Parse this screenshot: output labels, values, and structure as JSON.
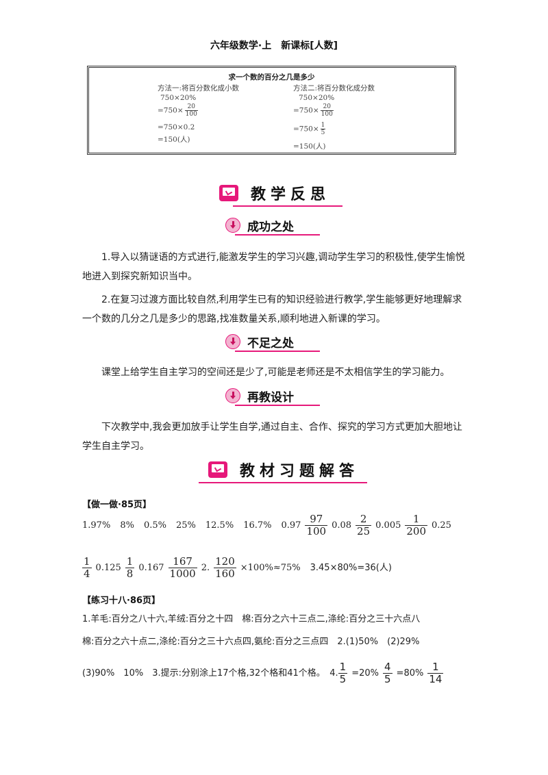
{
  "header": "六年级数学·上　新课标[人数]",
  "box": {
    "title": "求一个数的百分之几是多少",
    "left": {
      "heading": "方法一:将百分数化成小数",
      "l1": "750×20%",
      "l2_prefix": "=750×",
      "l2_num": "20",
      "l2_den": "100",
      "l3": "=750×0.2",
      "l4": "=150(人)"
    },
    "right": {
      "heading": "方法二:将百分数化成分数",
      "l1": "750×20%",
      "l2_prefix": "=750×",
      "l2_num": "20",
      "l2_den": "100",
      "l3_prefix": "=750×",
      "l3_num": "1",
      "l3_den": "5",
      "l4": "=150(人)"
    }
  },
  "reflection": {
    "title": "教学反思",
    "success": {
      "title": "成功之处",
      "p1": "1.导入以猜谜语的方式进行,能激发学生的学习兴趣,调动学生学习的积极性,使学生愉悦地进入到探究新知识当中。",
      "p2": "2.在复习过渡方面比较自然,利用学生已有的知识经验进行教学,学生能够更好地理解求一个数的几分之几是多少的思路,找准数量关系,顺利地进入新课的学习。"
    },
    "shortcoming": {
      "title": "不足之处",
      "p1": "课堂上给学生自主学习的空间还是少了,可能是老师还是不太相信学生的学习能力。"
    },
    "redesign": {
      "title": "再教设计",
      "p1": "下次教学中,我会更加放手让学生自学,通过自主、合作、探究的学习方式更加大胆地让学生自主学习。"
    }
  },
  "answers": {
    "title": "教材习题解答",
    "s1_heading": "【做一做·85页】",
    "s1_line1": {
      "a": "1.97%",
      "b": "8%",
      "c": "0.5%",
      "d": "25%",
      "e": "12.5%",
      "f": "16.7%",
      "g": "0.97",
      "f1_num": "97",
      "f1_den": "100",
      "h": "0.08",
      "f2_num": "2",
      "f2_den": "25",
      "i": "0.005",
      "f3_num": "1",
      "f3_den": "200",
      "j": "0.25"
    },
    "s1_line2": {
      "f4_num": "1",
      "f4_den": "4",
      "a": "0.125",
      "f5_num": "1",
      "f5_den": "8",
      "b": "0.167",
      "f6_num": "167",
      "f6_den": "1000",
      "c": "2.",
      "f7_num": "120",
      "f7_den": "160",
      "d": "×100%≈75%",
      "e": "3.45×80%=36(人)"
    },
    "s2_heading": "【练习十八·86页】",
    "s2_line1": "1.羊毛:百分之八十六,羊绒:百分之十四　棉:百分之六十三点二,涤纶:百分之三十六点八",
    "s2_line2": "棉:百分之六十点二,涤纶:百分之三十六点四,氨纶:百分之三点四　2.(1)50%　(2)29%",
    "s2_line3": {
      "a": "(3)90%　10%　3.提示:分别涂上17个格,32个格和41个格。　4.",
      "f1_num": "1",
      "f1_den": "5",
      "b": "=20%",
      "f2_num": "4",
      "f2_den": "5",
      "c": "=80%",
      "f3_num": "1",
      "f3_den": "14"
    }
  }
}
